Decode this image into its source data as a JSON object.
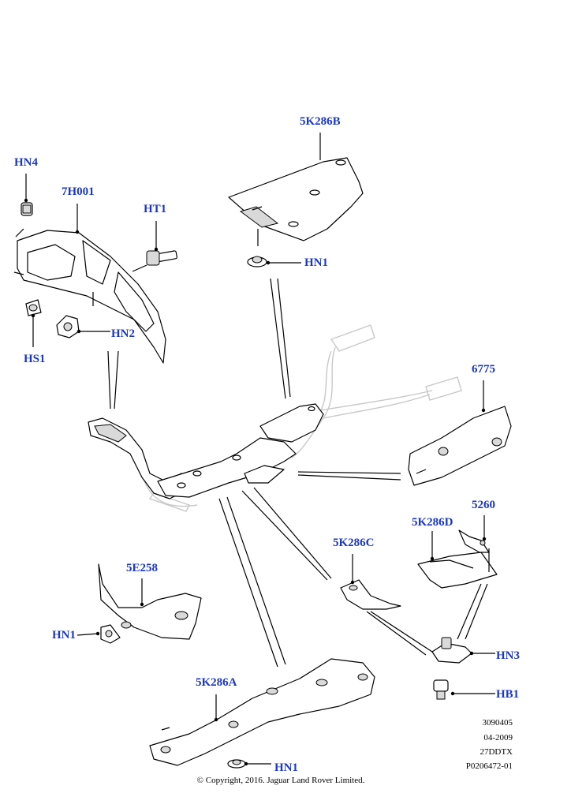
{
  "colors": {
    "label": "#1a37c8",
    "line": "#000000",
    "ghost": "#c8c8c8"
  },
  "labels": {
    "hn4": "HN4",
    "p7h001": "7H001",
    "ht1": "HT1",
    "hs1": "HS1",
    "hn2": "HN2",
    "p5k286b": "5K286B",
    "hn1_top": "HN1",
    "p6775": "6775",
    "p5260": "5260",
    "p5k286d": "5K286D",
    "p5k286c": "5K286C",
    "p5e258": "5E258",
    "hn1_left": "HN1",
    "hn3": "HN3",
    "hb1": "HB1",
    "p5k286a": "5K286A",
    "hn1_bottom": "HN1"
  },
  "meta": {
    "code": "3090405",
    "date": "04-2009",
    "model": "27DDTX",
    "ref": "P0206472-01"
  },
  "copyright": "© Copyright, 2016. Jaguar Land Rover Limited."
}
